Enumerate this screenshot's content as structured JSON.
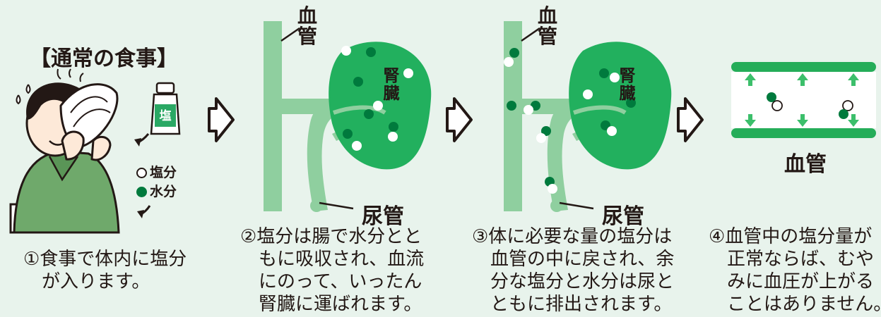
{
  "labels": {
    "meal_title": "【通常の食事】",
    "blood_vessel": "血管",
    "kidney": "腎臓",
    "ureter": "尿管",
    "salt_bottle": "塩"
  },
  "legend": {
    "salt": "塩分",
    "water": "水分"
  },
  "captions": [
    "①食事で体内に塩分\n　が入ります。",
    "②塩分は腸で水分とと\n　もに吸収され、血流\n　にのって、いったん\n　腎臓に運ばれます。",
    "③体に必要な量の塩分は\n　血管の中に戻され、余\n　分な塩分と水分は尿と\n　ともに排出されます。",
    "④血管中の塩分量が\n　正常ならば、むや\n　みに血圧が上がる\n　ことはありません。"
  ],
  "colors": {
    "background": "#e8f3ec",
    "vessel": "#8fcf9f",
    "kidney": "#22b05e",
    "water_dot": "#007a3d",
    "salt_dot": "#ffffff",
    "band": "#25ad59",
    "person_shirt": "#6fa96b"
  },
  "icons": [
    "person-eating-icon",
    "salt-bottle-icon",
    "arrow-right-icon",
    "arrow-up-icon",
    "arrow-down-icon"
  ]
}
